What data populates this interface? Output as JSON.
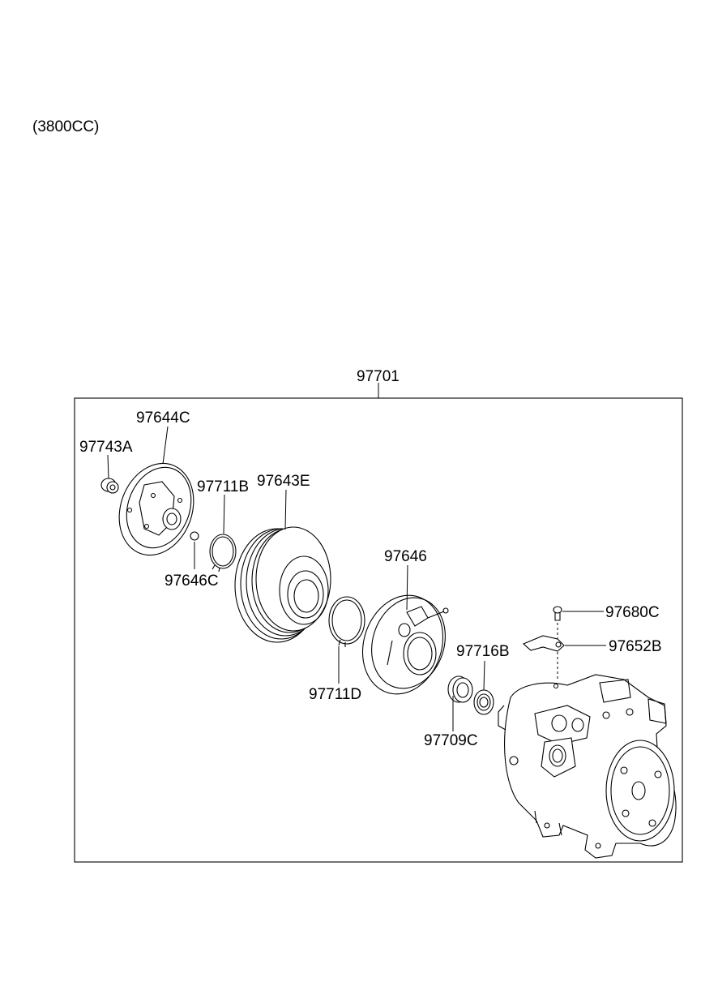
{
  "engine_variant": "(3800CC)",
  "assembly": {
    "part_number": "97701"
  },
  "callouts": [
    {
      "id": "97644C"
    },
    {
      "id": "97743A"
    },
    {
      "id": "97711B"
    },
    {
      "id": "97643E"
    },
    {
      "id": "97646C"
    },
    {
      "id": "97646"
    },
    {
      "id": "97711D"
    },
    {
      "id": "97716B"
    },
    {
      "id": "97709C"
    },
    {
      "id": "97680C"
    },
    {
      "id": "97652B"
    }
  ]
}
